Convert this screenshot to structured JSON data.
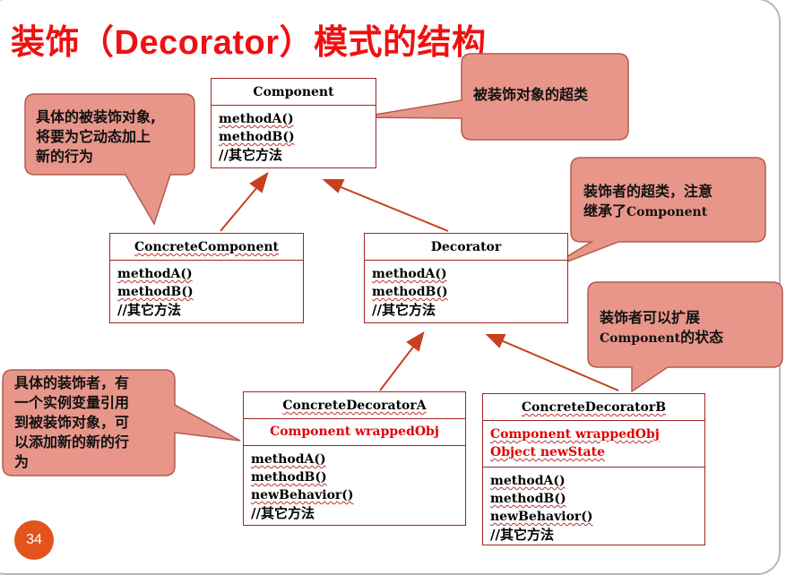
{
  "slide": {
    "title": "装饰（Decorator）模式的结构",
    "page_number": "34"
  },
  "classes": {
    "component": {
      "name": "Component",
      "methods": [
        "methodA()",
        "methodB()",
        "//其它方法"
      ]
    },
    "concrete_component": {
      "name": "ConcreteComponent",
      "methods": [
        "methodA()",
        "methodB()",
        "//其它方法"
      ]
    },
    "decorator": {
      "name": "Decorator",
      "methods": [
        "methodA()",
        "methodB()",
        "//其它方法"
      ]
    },
    "concrete_decorator_a": {
      "name": "ConcreteDecoratorA",
      "fields": [
        "Component wrappedObj"
      ],
      "methods": [
        "methodA()",
        "methodB()",
        "newBehavior()",
        "//其它方法"
      ]
    },
    "concrete_decorator_b": {
      "name": "ConcreteDecoratorB",
      "fields": [
        "Component wrappedObj",
        "Object newState"
      ],
      "methods": [
        "methodA()",
        "methodB()",
        "newBehavior()",
        "//其它方法"
      ]
    }
  },
  "callouts": {
    "super_of_decorated": "被装饰对象的超类",
    "concrete_decorated": [
      "具体的被装饰对象,",
      "将要为它动态加上",
      "新的行为"
    ],
    "decorator_super": {
      "line1": "装饰者的超类，注意",
      "line2_prefix": "继承了",
      "line2_code": "Component"
    },
    "extend_state": {
      "line1": "装饰者可以扩展",
      "line2_code": "Component",
      "line2_suffix": "的状态"
    },
    "concrete_decorator": [
      "具体的装饰者，有",
      "一个实例变量引用",
      "到被装饰对象，可",
      "以添加新的新的行",
      "为"
    ]
  },
  "colors": {
    "title": "#ee1111",
    "callout_fill": "#e8968a",
    "callout_stroke": "#b45a4f",
    "arrow": "#c8401e",
    "box_border": "#a02424",
    "field_text": "#e00000",
    "badge": "#e2531e"
  }
}
